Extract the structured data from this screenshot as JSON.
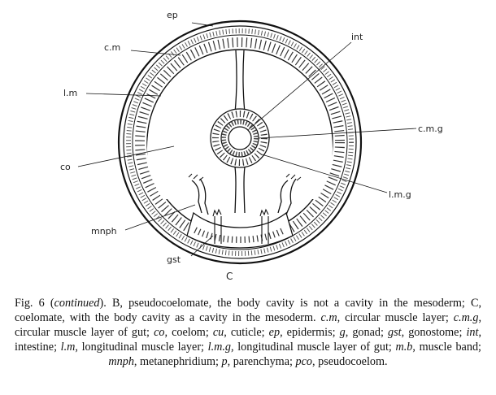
{
  "figure": {
    "panel_label": "C",
    "labels": {
      "ep": "ep",
      "cm": "c.m",
      "lm": "l.m",
      "co": "co",
      "mnph": "mnph",
      "gst": "gst",
      "int": "int",
      "cmg": "c.m.g",
      "lmg": "l.m.g"
    }
  },
  "caption": {
    "fig_label": "Fig. 6 (",
    "fig_continued": "continued",
    "fig_rest": "). B, pseudocoelomate, the body cavity is not a cavity in the mesoderm; C, coelomate, with the body cavity as a cavity in the mesoderm. ",
    "entries": [
      {
        "abbr": "c.m",
        "desc": ", circular muscle layer; "
      },
      {
        "abbr": "c.m.g",
        "desc": ", circular muscle layer of gut; "
      },
      {
        "abbr": "co",
        "desc": ", coelom; "
      },
      {
        "abbr": "cu",
        "desc": ", cuticle; "
      },
      {
        "abbr": "ep",
        "desc": ", epidermis; "
      },
      {
        "abbr": "g",
        "desc": ", gonad; "
      },
      {
        "abbr": "gst",
        "desc": ", gonostome; "
      },
      {
        "abbr": "int",
        "desc": ", intestine; "
      },
      {
        "abbr": "l.m",
        "desc": ", longitudinal muscle layer; "
      },
      {
        "abbr": "l.m.g",
        "desc": ", longitudinal muscle layer of gut; "
      },
      {
        "abbr": "m.b",
        "desc": ", muscle band; "
      },
      {
        "abbr": "mnph",
        "desc": ", metanephridium; "
      },
      {
        "abbr": "p",
        "desc": ", parenchyma; "
      },
      {
        "abbr": "pco",
        "desc": ", pseudocoelom."
      }
    ]
  }
}
